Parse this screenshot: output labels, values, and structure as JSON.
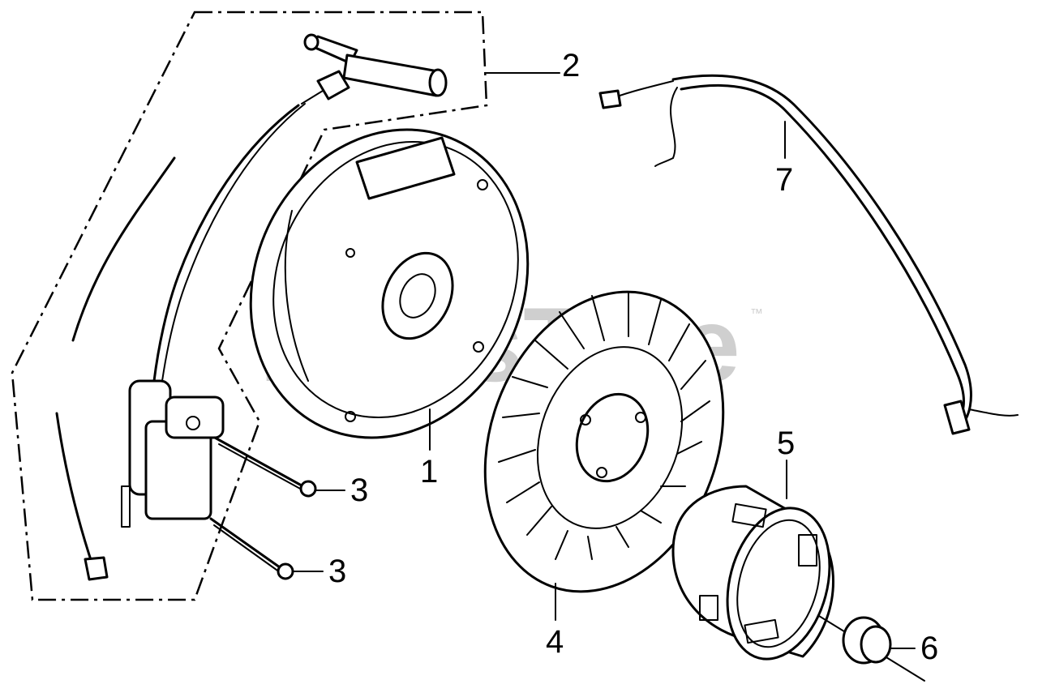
{
  "watermark": {
    "text": "PartsTree",
    "trademark": "™"
  },
  "callouts": {
    "c1": "1",
    "c2": "2",
    "c3a": "3",
    "c3b": "3",
    "c4": "4",
    "c5": "5",
    "c6": "6",
    "c7": "7"
  }
}
